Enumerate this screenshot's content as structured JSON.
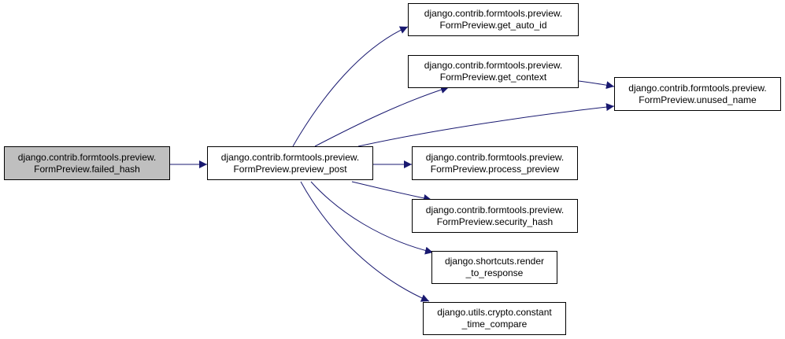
{
  "colors": {
    "edge": "#191970",
    "node_border": "#000000",
    "node_fill": "#ffffff",
    "highlight_fill": "#bfbfbf"
  },
  "nodes": {
    "failed_hash": {
      "line1": "django.contrib.formtools.preview.",
      "line2": "FormPreview.failed_hash"
    },
    "preview_post": {
      "line1": "django.contrib.formtools.preview.",
      "line2": "FormPreview.preview_post"
    },
    "get_auto_id": {
      "line1": "django.contrib.formtools.preview.",
      "line2": "FormPreview.get_auto_id"
    },
    "get_context": {
      "line1": "django.contrib.formtools.preview.",
      "line2": "FormPreview.get_context"
    },
    "unused_name": {
      "line1": "django.contrib.formtools.preview.",
      "line2": "FormPreview.unused_name"
    },
    "process_preview": {
      "line1": "django.contrib.formtools.preview.",
      "line2": "FormPreview.process_preview"
    },
    "security_hash": {
      "line1": "django.contrib.formtools.preview.",
      "line2": "FormPreview.security_hash"
    },
    "render_to_response": {
      "line1": "django.shortcuts.render",
      "line2": "_to_response"
    },
    "constant_time_compare": {
      "line1": "django.utils.crypto.constant",
      "line2": "_time_compare"
    }
  },
  "edges": [
    {
      "from": "failed_hash",
      "to": "preview_post"
    },
    {
      "from": "preview_post",
      "to": "get_auto_id"
    },
    {
      "from": "preview_post",
      "to": "get_context"
    },
    {
      "from": "preview_post",
      "to": "unused_name"
    },
    {
      "from": "get_context",
      "to": "unused_name"
    },
    {
      "from": "preview_post",
      "to": "process_preview"
    },
    {
      "from": "preview_post",
      "to": "security_hash"
    },
    {
      "from": "preview_post",
      "to": "render_to_response"
    },
    {
      "from": "preview_post",
      "to": "constant_time_compare"
    }
  ]
}
